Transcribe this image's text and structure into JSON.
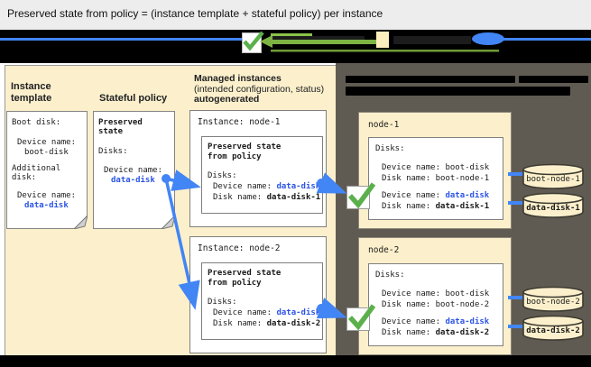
{
  "title": "Preserved state from policy = (instance template + stateful policy) per instance",
  "colors": {
    "accent_blue": "#4285f4",
    "link_blue": "#2b54e6",
    "green": "#5bb04b",
    "legend_green": "#7cb342",
    "cream": "#fcf0cc",
    "panel_gray": "#605b52"
  },
  "legend": {
    "icons": [
      "checkmark-icon",
      "green-arrow-icon",
      "component-swatch",
      "disk-ellipse-icon",
      "blue-connector-line"
    ]
  },
  "left_panel": {
    "instance_template_heading": "Instance template",
    "stateful_policy_heading": "Stateful policy",
    "template_doc": {
      "boot_disk_label": "Boot disk:",
      "device_name_label": "Device name:",
      "boot_disk_value": "boot-disk",
      "additional_disk_label": "Additional disk:",
      "device_name_label_2": "Device name:",
      "data_disk_value": "data-disk"
    },
    "policy_doc": {
      "title": "Preserved state",
      "disks_label": "Disks:",
      "device_name_label": "Device name:",
      "data_disk_value": "data-disk"
    }
  },
  "managed_panel": {
    "heading_line1": "Managed instances",
    "heading_line2": "(intended configuration, status)",
    "heading_line3": "autogenerated",
    "instances": [
      {
        "title": "Instance: node-1",
        "preserved_line1": "Preserved state",
        "preserved_line2": "from policy",
        "disks_label": "Disks:",
        "device_label": "Device name:",
        "device_value": "data-disk",
        "disk_label": "Disk name:",
        "disk_value": "data-disk-1"
      },
      {
        "title": "Instance: node-2",
        "preserved_line1": "Preserved state",
        "preserved_line2": "from policy",
        "disks_label": "Disks:",
        "device_label": "Device name:",
        "device_value": "data-disk",
        "disk_label": "Disk name:",
        "disk_value": "data-disk-2"
      }
    ]
  },
  "vm_panel": {
    "nodes": [
      {
        "name": "node-1",
        "disks_label": "Disks:",
        "boot_device_label": "Device name:",
        "boot_device_value": "boot-disk",
        "boot_disk_label": "Disk name:",
        "boot_disk_value": "boot-node-1",
        "data_device_label": "Device name:",
        "data_device_value": "data-disk",
        "data_disk_label": "Disk name:",
        "data_disk_value": "data-disk-1",
        "cylinders": [
          {
            "label": "boot-node-1"
          },
          {
            "label": "data-disk-1"
          }
        ]
      },
      {
        "name": "node-2",
        "disks_label": "Disks:",
        "boot_device_label": "Device name:",
        "boot_device_value": "boot-disk",
        "boot_disk_label": "Disk name:",
        "boot_disk_value": "boot-node-2",
        "data_device_label": "Device name:",
        "data_device_value": "data-disk",
        "data_disk_label": "Disk name:",
        "data_disk_value": "data-disk-2",
        "cylinders": [
          {
            "label": "boot-node-2"
          },
          {
            "label": "data-disk-2"
          }
        ]
      }
    ]
  }
}
